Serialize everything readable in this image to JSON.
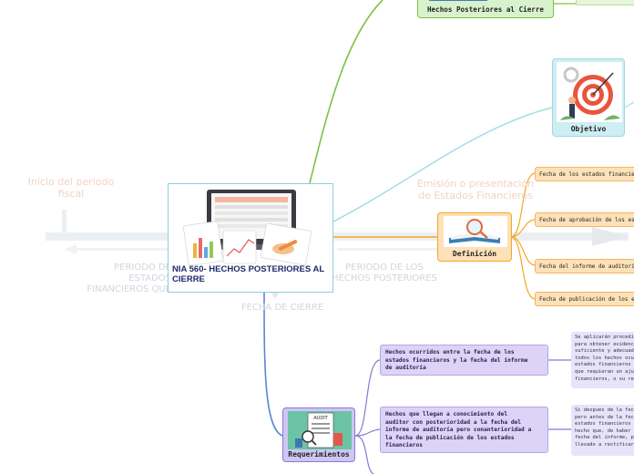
{
  "central": {
    "title": "NIA 560- HECHOS POSTERIORES AL CIERRE"
  },
  "background": {
    "start_label": "Inicio del periodo fiscal",
    "emission_label": "Emisión o presentación de Estados Financieros",
    "period_fs_label": "PERIODO DE ESTADOS FINANCIEROS QUE",
    "period_after_label": "PERIODO DE LOS HECHOS POSTERIORES",
    "cutoff_label": "FECHA DE CIERRE"
  },
  "branches": {
    "top": {
      "label": "Hechos Posteriores al Cierre"
    },
    "objective": {
      "label": "Objetivo"
    },
    "definition": {
      "label": "Definición",
      "items": [
        "Fecha de los estados financieros",
        "Fecha de aprobación de los estados financieros",
        "Fecha del informe de auditoría",
        "Fecha de publicación de los estados financieros"
      ]
    },
    "requirements": {
      "label": "Requerimientos",
      "items": [
        {
          "lines": [
            "Hechos ocurridos entre la fecha de los",
            "estados financieros y la fecha del informe",
            "de auditoría"
          ],
          "note": [
            "Se aplicarán procedimientos",
            "para obtener evidencia",
            "suficiente y adecuada de que",
            "todos los hechos ocurridos entre",
            "estados financieros y la fecha",
            "que requieran un ajuste",
            "financieros, o su revelación"
          ]
        },
        {
          "lines": [
            "Hechos que llegan a conocimiento del",
            "auditor con posterioridad a la fecha del",
            "informe de auditoría pero conanterioridad a",
            "la fecha de publicación de los estados",
            "financieros"
          ],
          "note": [
            "Si después de la fecha del informe",
            "pero antes de la fecha de publicación",
            "estados financieros llega a",
            "hecho que, de haber sido conocido",
            "fecha del informe, podría haber",
            "llevado a rectificar"
          ]
        }
      ]
    }
  },
  "colors": {
    "top_branch": "#7dc242",
    "objective_branch": "#9fd9e4",
    "definition_branch": "#f5a623",
    "requirements_branch": "#5b86d6",
    "timeline": "#e9edf1"
  }
}
